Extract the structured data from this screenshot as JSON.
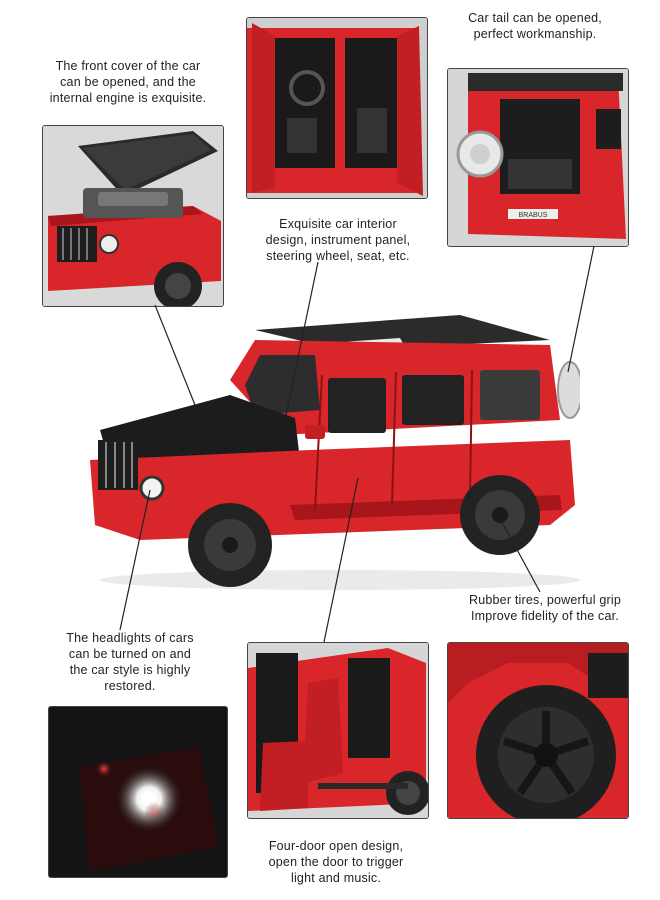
{
  "captions": {
    "front_cover": "The front cover of the car\ncan be opened, and the\ninternal engine is exquisite.",
    "tail": "Car tail can be opened,\nperfect workmanship.",
    "interior": "Exquisite car interior\ndesign, instrument panel,\nsteering wheel, seat, etc.",
    "tires": "Rubber tires, powerful grip\nImprove fidelity of the car.",
    "headlights": "The headlights of cars\ncan be turned on and\nthe car style is highly\nrestored.",
    "doors": "Four-door open design,\nopen the door to trigger\nlight and music."
  },
  "plate_text": "BRABUS",
  "colors": {
    "car_red": "#d8262b",
    "car_red_dark": "#a8161b",
    "hood_black": "#1c1c1e",
    "tire": "#222222",
    "background": "#ffffff",
    "night": "#141414"
  }
}
